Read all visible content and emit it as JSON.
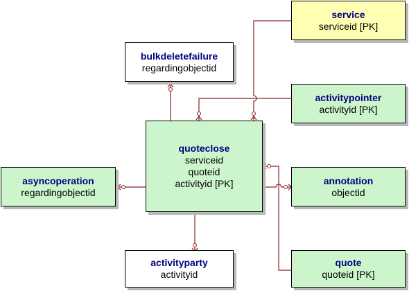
{
  "colors": {
    "line": "#8b2323",
    "entity_green": "#ccf5cc",
    "entity_yellow": "#ffffb3",
    "entity_white": "#ffffff",
    "title": "#000080"
  },
  "entities": {
    "service": {
      "name": "service",
      "attrs": [
        "serviceid  [PK]"
      ]
    },
    "bulkdeletefailure": {
      "name": "bulkdeletefailure",
      "attrs": [
        "regardingobjectid"
      ]
    },
    "activitypointer": {
      "name": "activitypointer",
      "attrs": [
        "activityid  [PK]"
      ]
    },
    "quoteclose": {
      "name": "quoteclose",
      "attrs": [
        "serviceid",
        "quoteid",
        "activityid  [PK]"
      ]
    },
    "asyncoperation": {
      "name": "asyncoperation",
      "attrs": [
        "regardingobjectid"
      ]
    },
    "annotation": {
      "name": "annotation",
      "attrs": [
        "objectid"
      ]
    },
    "activityparty": {
      "name": "activityparty",
      "attrs": [
        "activityid"
      ]
    },
    "quote": {
      "name": "quote",
      "attrs": [
        "quoteid  [PK]"
      ]
    }
  }
}
